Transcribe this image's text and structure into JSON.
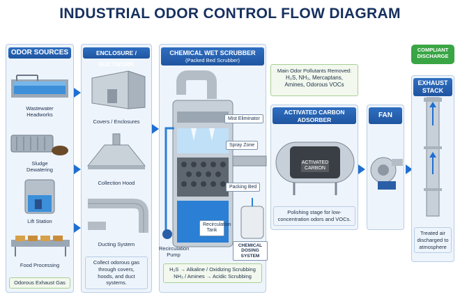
{
  "title": "INDUSTRIAL ODOR CONTROL FLOW DIAGRAM",
  "sources": {
    "header": "ODOR SOURCES",
    "items": [
      "Wastewater Headworks",
      "Sludge Dewatering",
      "Lift Station",
      "Food Processing"
    ],
    "footer": "Odorous Exhaust Gas"
  },
  "enclosure": {
    "header": "ENCLOSURE / DUCTWORK",
    "items": [
      "Covers / Enclosures",
      "Collection Hood",
      "Ducting System"
    ],
    "note": "Collect odorous gas through covers, hoods, and duct systems."
  },
  "scrubber": {
    "header": "CHEMICAL WET SCRUBBER",
    "subheader": "(Packed Bed Scrubber)",
    "labels": [
      "Mist Eliminator",
      "Spray Zone",
      "Packing Bed",
      "Recirculation Tank",
      "Recirculation Pump"
    ],
    "dosing": "CHEMICAL DOSING SYSTEM",
    "chem_lines": [
      "H₂S → Alkaline / Oxidizing Scrubbing",
      "NH₃ / Amines → Acidic Scrubbing"
    ]
  },
  "pollutants": {
    "heading": "Main Odor Pollutants Removed:",
    "line1": "H₂S, NH₃, Mercaptans,",
    "line2": "Amines, Odorous VOCs"
  },
  "carbon": {
    "header": "ACTIVATED CARBON ADSORBER",
    "vessel_label": "ACTIVATED CARBON",
    "note": "Polishing stage for low-concentration odors and VOCs."
  },
  "fan": {
    "header": "FAN"
  },
  "stack": {
    "badge": "COMPLIANT DISCHARGE",
    "header": "EXHAUST STACK",
    "note": "Treated air discharged to atmosphere"
  },
  "colors": {
    "accent": "#1f55a0",
    "green": "#3aa545",
    "title": "#16305e"
  }
}
